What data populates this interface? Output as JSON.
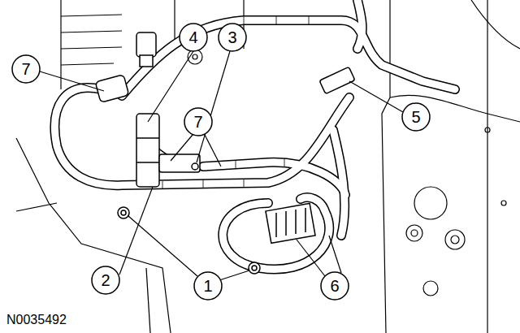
{
  "diagram": {
    "labels": [
      "7",
      "4",
      "3",
      "7",
      "5",
      "2",
      "1",
      "6",
      "N0035492"
    ]
  }
}
